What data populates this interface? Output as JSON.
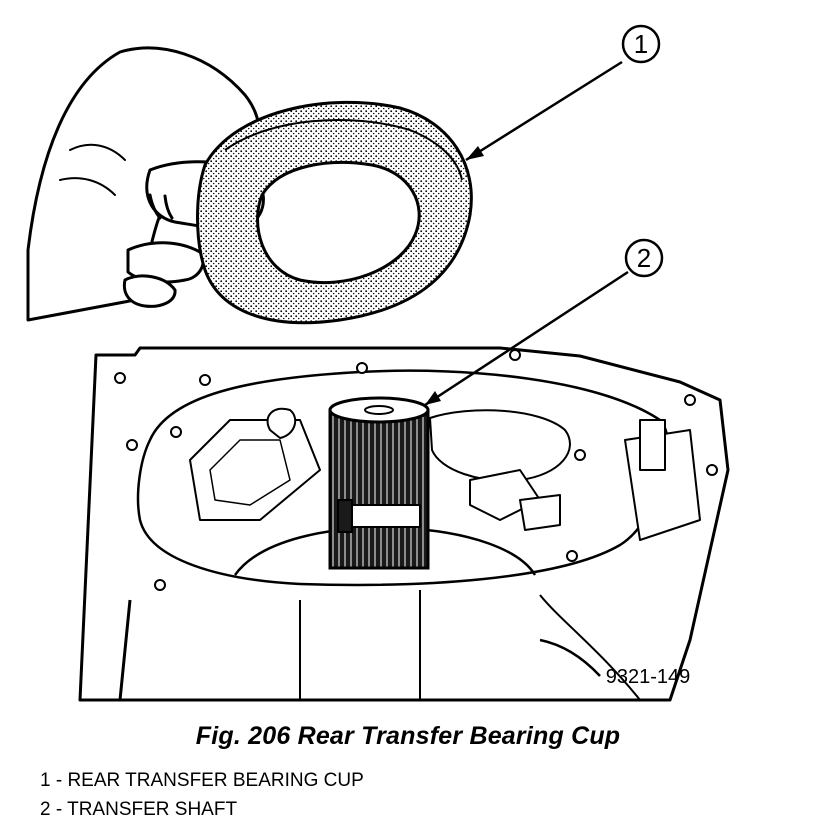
{
  "figure": {
    "callouts": [
      {
        "number": "1"
      },
      {
        "number": "2"
      }
    ],
    "drawing_code": "9321-149"
  },
  "caption": "Fig. 206 Rear Transfer Bearing Cup",
  "legend": [
    {
      "text": "1 - REAR TRANSFER BEARING CUP"
    },
    {
      "text": "2 - TRANSFER SHAFT"
    }
  ]
}
